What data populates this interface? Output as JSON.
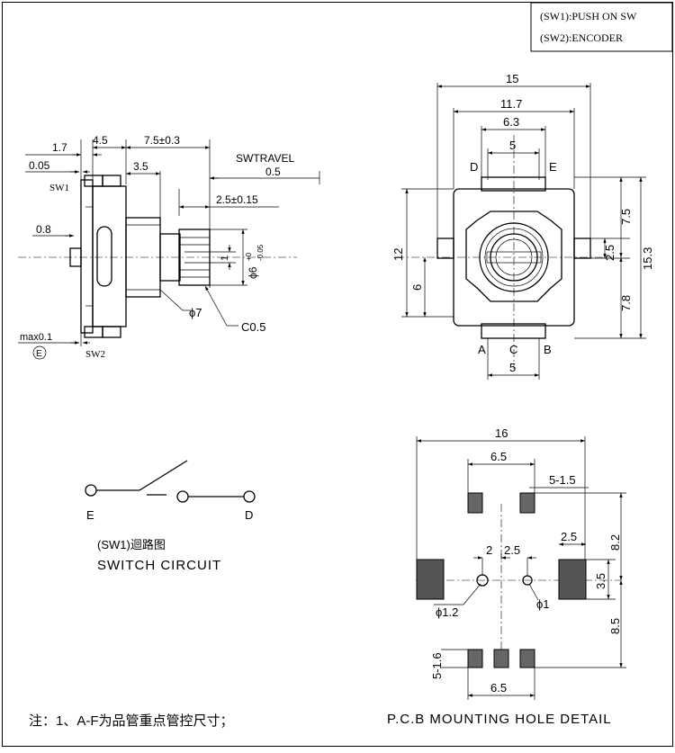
{
  "legend": {
    "sw1": "(SW1):PUSH ON SW",
    "sw2": "(SW2):ENCODER"
  },
  "side_view": {
    "dim_1_7": "1.7",
    "dim_4_5": "4.5",
    "dim_7_5": "7.5±0.3",
    "dim_0_05": "0.05",
    "dim_3_5": "3.5",
    "swtravel_label": "SWTRAVEL",
    "swtravel_value": "0.5",
    "dim_2_5": "2.5±0.15",
    "sw1_label": "SW1",
    "dim_0_8": "0.8",
    "dim_1": "1",
    "dim_phi6": "ϕ6",
    "dim_phi6_tol_upper": "+0",
    "dim_phi6_tol_lower": "-0.05",
    "dim_phi7": "ϕ7",
    "dim_c05": "C0.5",
    "max_label": "max0.1",
    "datum_e": "E",
    "sw2_label": "SW2"
  },
  "front_view": {
    "dim_15": "15",
    "dim_11_7": "11.7",
    "dim_6_3": "6.3",
    "dim_5_top": "5",
    "pin_d": "D",
    "pin_e": "E",
    "dim_7_5": "7.5",
    "dim_12": "12",
    "dim_2_5": "2.5",
    "dim_15_3": "15.3",
    "dim_6": "6",
    "dim_7_8": "7.8",
    "pin_a": "A",
    "pin_c": "C",
    "pin_b": "B",
    "dim_5_bottom": "5"
  },
  "circuit": {
    "label_e": "E",
    "label_d": "D",
    "caption_cn": "(SW1)迴路图",
    "caption_en": "SWITCH CIRCUIT"
  },
  "pcb": {
    "dim_16": "16",
    "dim_6_5_top": "6.5",
    "dim_5_1_5": "5-1.5",
    "dim_8_2": "8.2",
    "dim_2_5_right": "2.5",
    "dim_2": "2",
    "dim_2_5_mid": "2.5",
    "dim_3_5": "3.5",
    "dim_phi1_2": "ϕ1.2",
    "dim_phi1": "ϕ1",
    "dim_8_5": "8.5",
    "dim_5_1_6": "5-1.6",
    "dim_6_5_bottom": "6.5",
    "title": "P.C.B MOUNTING HOLE DETAIL"
  },
  "note": "注：1、A-F为品管重点管控尺寸；"
}
